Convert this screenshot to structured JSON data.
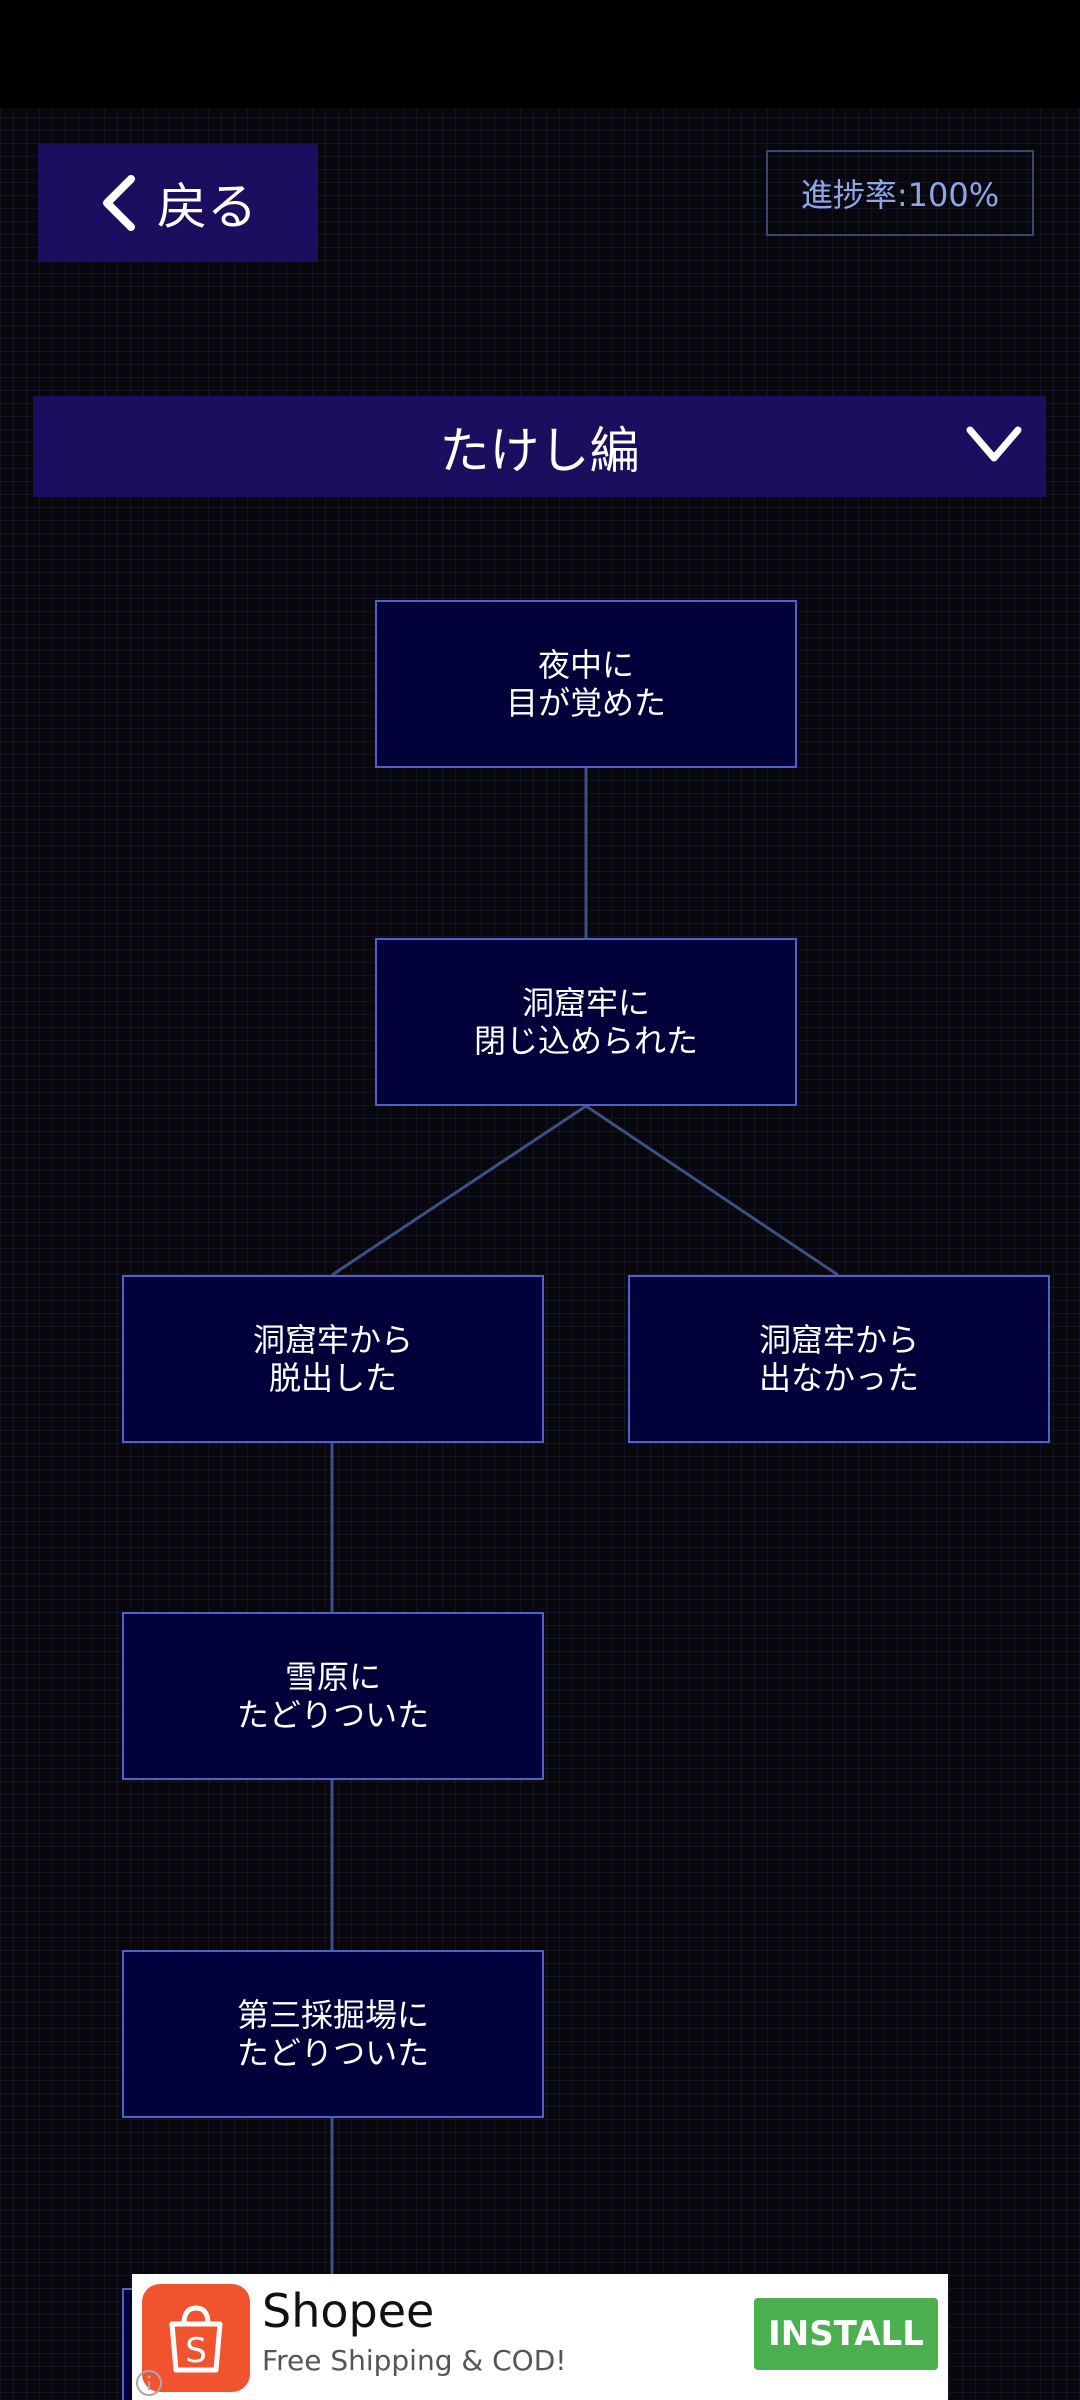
{
  "header": {
    "back_label": "戻る",
    "progress_text": "進捗率:100%"
  },
  "chapter": {
    "selected": "たけし編"
  },
  "tree": {
    "nodes": [
      {
        "id": "n1",
        "label": "夜中に\n目が覚めた"
      },
      {
        "id": "n2",
        "label": "洞窟牢に\n閉じ込められた"
      },
      {
        "id": "n3",
        "label": "洞窟牢から\n脱出した"
      },
      {
        "id": "n4",
        "label": "洞窟牢から\n出なかった"
      },
      {
        "id": "n5",
        "label": "雪原に\nたどりついた"
      },
      {
        "id": "n6",
        "label": "第三採掘場に\nたどりついた"
      }
    ]
  },
  "ad": {
    "title": "Shopee",
    "subtitle": "Free Shipping & COD!",
    "install_label": "INSTALL",
    "logo_letter": "S",
    "brand_color": "#f0532d",
    "install_color": "#4caf50"
  },
  "colors": {
    "panel": "#1c0d5e",
    "node_bg": "#02003a",
    "node_border": "#4e62c8",
    "progress_text": "#8ea6e8"
  }
}
